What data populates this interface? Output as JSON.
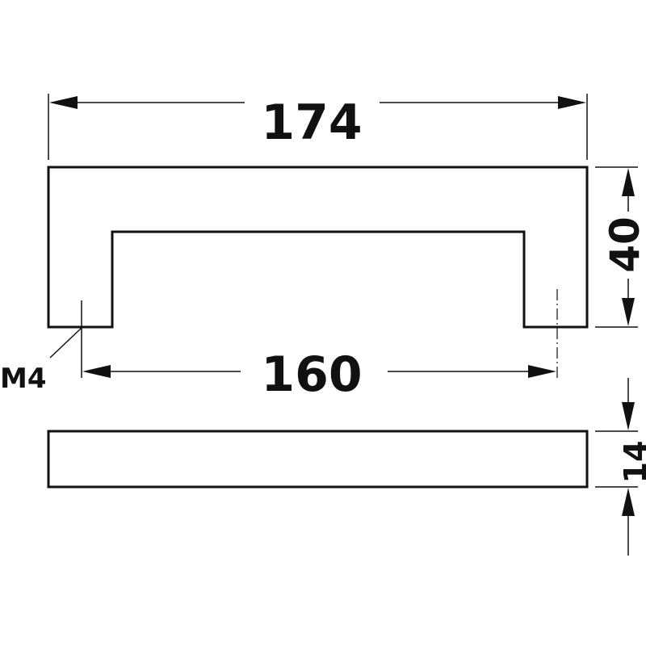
{
  "dimensions": {
    "overall_length": "174",
    "hole_spacing": "160",
    "height": "40",
    "thickness": "14",
    "thread": "M4"
  },
  "colors": {
    "line": "#111111",
    "background": "#ffffff"
  }
}
